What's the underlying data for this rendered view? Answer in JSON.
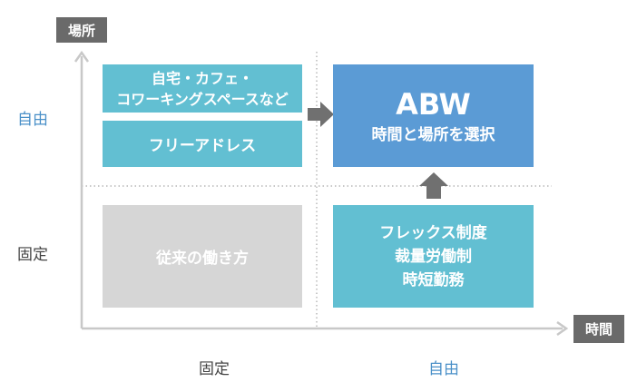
{
  "axes": {
    "y_title": "場所",
    "x_title": "時間",
    "y_labels": {
      "top": "自由",
      "bottom": "固定"
    },
    "x_labels": {
      "left": "固定",
      "right": "自由"
    }
  },
  "boxes": {
    "home_cafe": {
      "lines": [
        "自宅・カフェ・",
        "コワーキングスペースなど"
      ]
    },
    "free_address": {
      "label": "フリーアドレス"
    },
    "abw": {
      "title": "ABW",
      "subtitle": "時間と場所を選択"
    },
    "traditional": {
      "label": "従来の働き方"
    },
    "flex": {
      "lines": [
        "フレックス制度",
        "裁量労働制",
        "時短勤務"
      ]
    }
  },
  "colors": {
    "teal": "#62bfd2",
    "blue": "#5b9bd5",
    "gray": "#d6d6d6",
    "axis": "#c8c8c8",
    "arrow": "#707070",
    "label_free": "#4a90c8",
    "label_fixed": "#444444"
  }
}
